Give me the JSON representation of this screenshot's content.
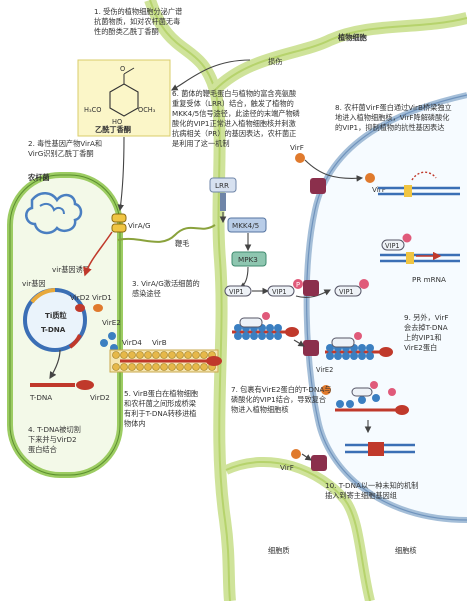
{
  "steps": {
    "s1": [
      "1. 受伤的植物细胞分泌广谱",
      "抗菌物质，如对农杆菌无毒",
      "性的酚类乙酰丁香酮"
    ],
    "s2": [
      "2. 毒性基因产物VirA和",
      "VirG识别乙酰丁香酮"
    ],
    "s3": [
      "3. VirA/G激活细菌的",
      "感染途径"
    ],
    "s4": [
      "4. T-DNA被切割",
      "下来并与VirD2",
      "蛋白结合"
    ],
    "s5": [
      "5. VirB蛋白在植物细胞",
      "和农杆菌之间形成桥梁",
      "有利于T-DNA转移进植",
      "物体内"
    ],
    "s6": [
      "6. 菌体的鞭毛蛋白与植物的富含亮氨酸",
      "重复受体（LRR）结合，触发了植物的",
      "MKK4/5信号途径，此途径的末端产物磷",
      "酸化的VIP1正常进入植物细胞核并刺激",
      "抗病相关（PR）的基因表达，农杆菌正",
      "是利用了这一机制"
    ],
    "s7": [
      "7. 包裹有VirE2蛋白的T-DNA与",
      "磷酸化的VIP1结合，导致复合",
      "物进入植物细胞核"
    ],
    "s8": [
      "8. 农杆菌VirF蛋白通过VirB桥梁独立",
      "地进入植物细胞核，VirF降解磷酸化",
      "的VIP1，抑制植物的抗性基因表达"
    ],
    "s9": [
      "9. 另外，VirF",
      "会去掉T-DNA",
      "上的VIP1和",
      "VirE2蛋白"
    ],
    "s10": [
      "10. T-DNA以一种未知的机制",
      "插入到寄主细胞基因组"
    ]
  },
  "labels": {
    "plant_cell": "植物细胞",
    "wound": "损伤",
    "acetosyringone": "乙酰丁香酮",
    "agrobacterium": "农杆菌",
    "virAG": "VirA/G",
    "vir_transcription": "vir基因诱导",
    "vir_gene": "vir基因",
    "ti_plasmid": "Ti质粒",
    "tdna": "T-DNA",
    "virD1": "VirD1",
    "virD2": "VirD2",
    "virE2": "VirE2",
    "virD4": "VirD4",
    "virB": "VirB",
    "virF": "VirF",
    "flagellum": "鞭毛",
    "lrr": "LRR",
    "mkk45": "MKK4/5",
    "mpk3": "MPK3",
    "vip1": "VIP1",
    "p": "P",
    "pr_mrna": "PR mRNA",
    "cytoplasm": "细胞质",
    "nucleus": "细胞核",
    "mol_o": "O",
    "mol_ho": "HO",
    "mol_och3": "OCH₃",
    "mol_h3co": "H₃CO"
  }
}
